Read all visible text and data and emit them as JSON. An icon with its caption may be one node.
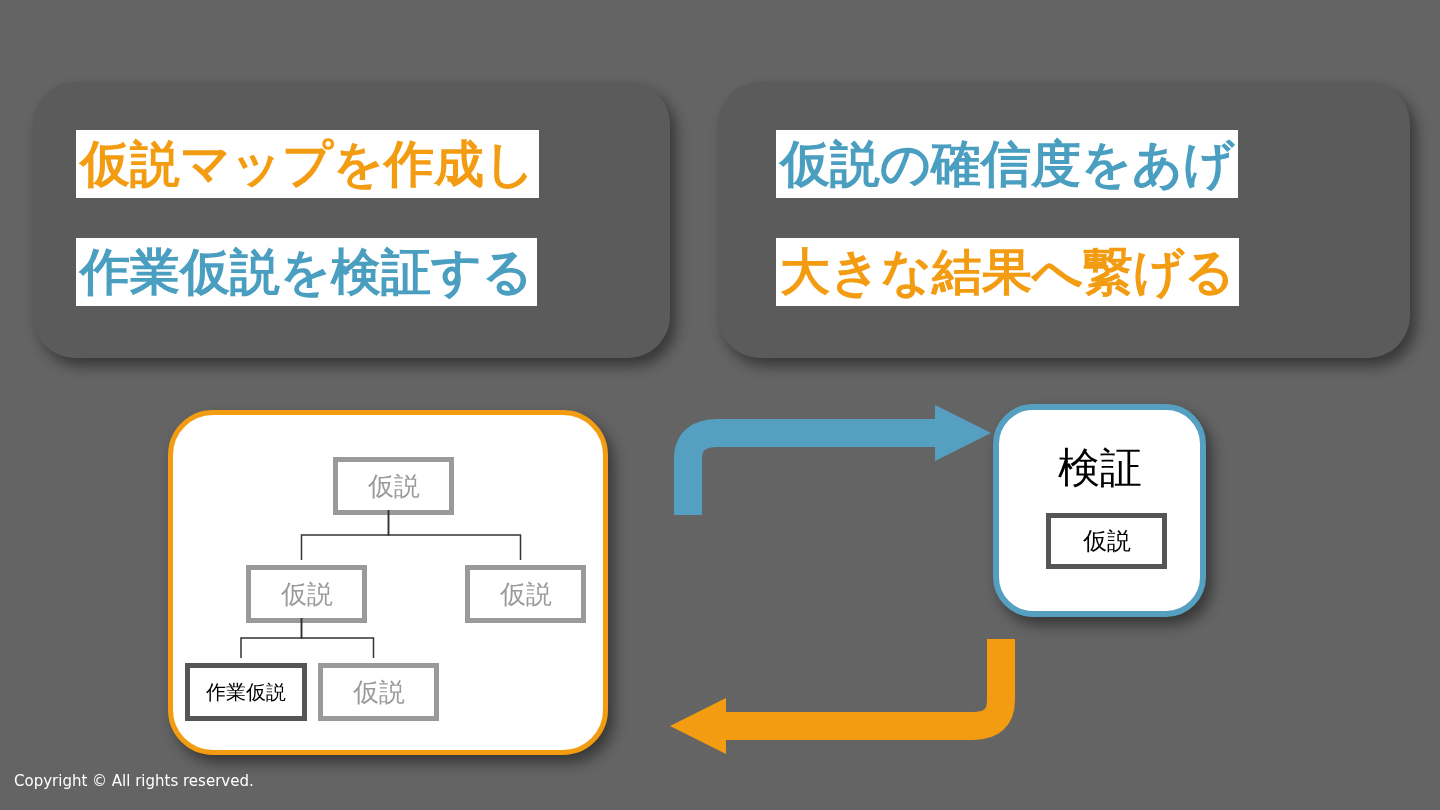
{
  "diagram": {
    "nodes": [
      {
        "text": [
          "仮説マップを作成し",
          "作業仮説を検証する"
        ]
      },
      {
        "text": [
          "仮説の確信度をあげ",
          "大きな結果へ繋げる"
        ]
      },
      {
        "text": [],
        "shape": "box"
      },
      {
        "text": [
          "仮説"
        ],
        "in": 2
      },
      {
        "text": [
          "仮説"
        ],
        "in": 2
      },
      {
        "text": [
          "仮説"
        ],
        "in": 2
      },
      {
        "text": [
          "作業仮説"
        ],
        "in": 2
      },
      {
        "text": [
          "仮説"
        ],
        "in": 2
      },
      {
        "text": [
          "検証"
        ]
      },
      {
        "text": [
          "仮説"
        ],
        "in": 8
      }
    ],
    "edges": [
      {
        "from": 3,
        "to": 4,
        "arrow": "none"
      },
      {
        "from": 3,
        "to": 5,
        "arrow": "none"
      },
      {
        "from": 4,
        "to": 6,
        "arrow": "none"
      },
      {
        "from": 4,
        "to": 7,
        "arrow": "none"
      },
      {
        "from": 2,
        "to": 8,
        "arrow": "to",
        "style": "thick",
        "color": "#55a0c0"
      },
      {
        "from": 8,
        "to": 2,
        "arrow": "to",
        "style": "thick",
        "color": "#f39c12"
      }
    ],
    "labels": [
      "Copyright © All rights reserved."
    ]
  }
}
